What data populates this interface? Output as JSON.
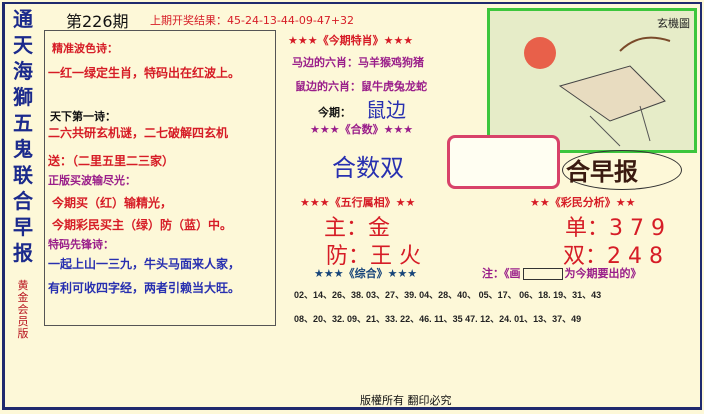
{
  "side_title": [
    "通",
    "天",
    "海",
    "獅",
    "五",
    "鬼",
    "联",
    "合",
    "早",
    "报"
  ],
  "side_subtitle": "黄金会员版",
  "issue": "第226期",
  "last_result": "上期开奖结果：45-24-13-44-09-47+32",
  "poem1": {
    "title": "精准波色诗：",
    "text": "一红一绿定生肖，特码出在红波上。"
  },
  "poem2": {
    "title": "天下第一诗：",
    "line1": "二六共研玄机谜，二七破解四玄机",
    "line2": "送：（二里五里二三家）"
  },
  "poem3": {
    "title": "正版买波输尽光：",
    "line1": "今期买（红）输精光，",
    "line2": "今期彩民买主（绿）防（蓝）中。"
  },
  "poem4": {
    "title": "特码先锋诗：",
    "line1": "一起上山一三九，牛头马面来人家，",
    "line2": "有利可收四字经，两者引赖当大旺。"
  },
  "special": {
    "header": "★★★《今期特肖》★★★",
    "horse": "马边的六肖：马羊猴鸡狗猪",
    "rat": "鼠边的六肖：鼠牛虎兔龙蛇",
    "label": "今期：",
    "value": "鼠边"
  },
  "heshu": {
    "header": "★★★《合数》★★★",
    "value": "合数双"
  },
  "banner": "合早报",
  "logo_text": "玄機圖",
  "wuxing": {
    "header": "★★★《五行属相》★★",
    "main": "主：金",
    "guard": "防：王 火"
  },
  "analysis": {
    "header": "★★《彩民分析》★★",
    "odd": "单：3 7 9",
    "even": "双：2 4 8"
  },
  "combo": {
    "header": "★★★《综合》★★★",
    "note_pre": "注：《画",
    "note_post": "为今期要出的》"
  },
  "numbers": {
    "row1": "02、14、26、38.  03、27、39.  04、28、40、  05、17、  06、18.  19、31、43",
    "row2": "08、20、32.  09、21、33.  22、46.  11、35 47.  12、24.  01、13、37、49"
  },
  "footer": "版權所有  翻印必究",
  "colors": {
    "background": "#fdf8d8",
    "red": "#d61c26",
    "blue": "#2830b0",
    "border": "#1f2a6e",
    "picture_border": "#3cc63c"
  }
}
